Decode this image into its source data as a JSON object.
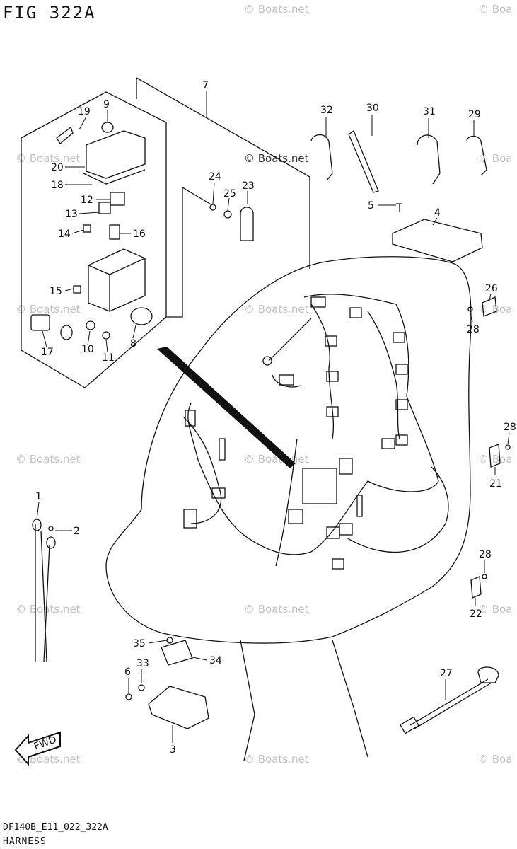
{
  "figure": {
    "title": "FIG 322A",
    "code": "DF140B_E11_022_322A",
    "name": "HARNESS"
  },
  "watermark": {
    "text": "© Boats.net",
    "short": "© Boa"
  },
  "fwd_label": "FWD",
  "parts": [
    {
      "num": "1"
    },
    {
      "num": "2"
    },
    {
      "num": "3"
    },
    {
      "num": "4"
    },
    {
      "num": "5"
    },
    {
      "num": "6"
    },
    {
      "num": "7"
    },
    {
      "num": "8"
    },
    {
      "num": "9"
    },
    {
      "num": "10"
    },
    {
      "num": "11"
    },
    {
      "num": "12"
    },
    {
      "num": "13"
    },
    {
      "num": "14"
    },
    {
      "num": "15"
    },
    {
      "num": "16"
    },
    {
      "num": "17"
    },
    {
      "num": "18"
    },
    {
      "num": "19"
    },
    {
      "num": "20"
    },
    {
      "num": "21"
    },
    {
      "num": "22"
    },
    {
      "num": "23"
    },
    {
      "num": "24"
    },
    {
      "num": "25"
    },
    {
      "num": "26"
    },
    {
      "num": "27"
    },
    {
      "num": "28"
    },
    {
      "num": "29"
    },
    {
      "num": "30"
    },
    {
      "num": "31"
    },
    {
      "num": "32"
    },
    {
      "num": "33"
    },
    {
      "num": "34"
    },
    {
      "num": "35"
    }
  ]
}
